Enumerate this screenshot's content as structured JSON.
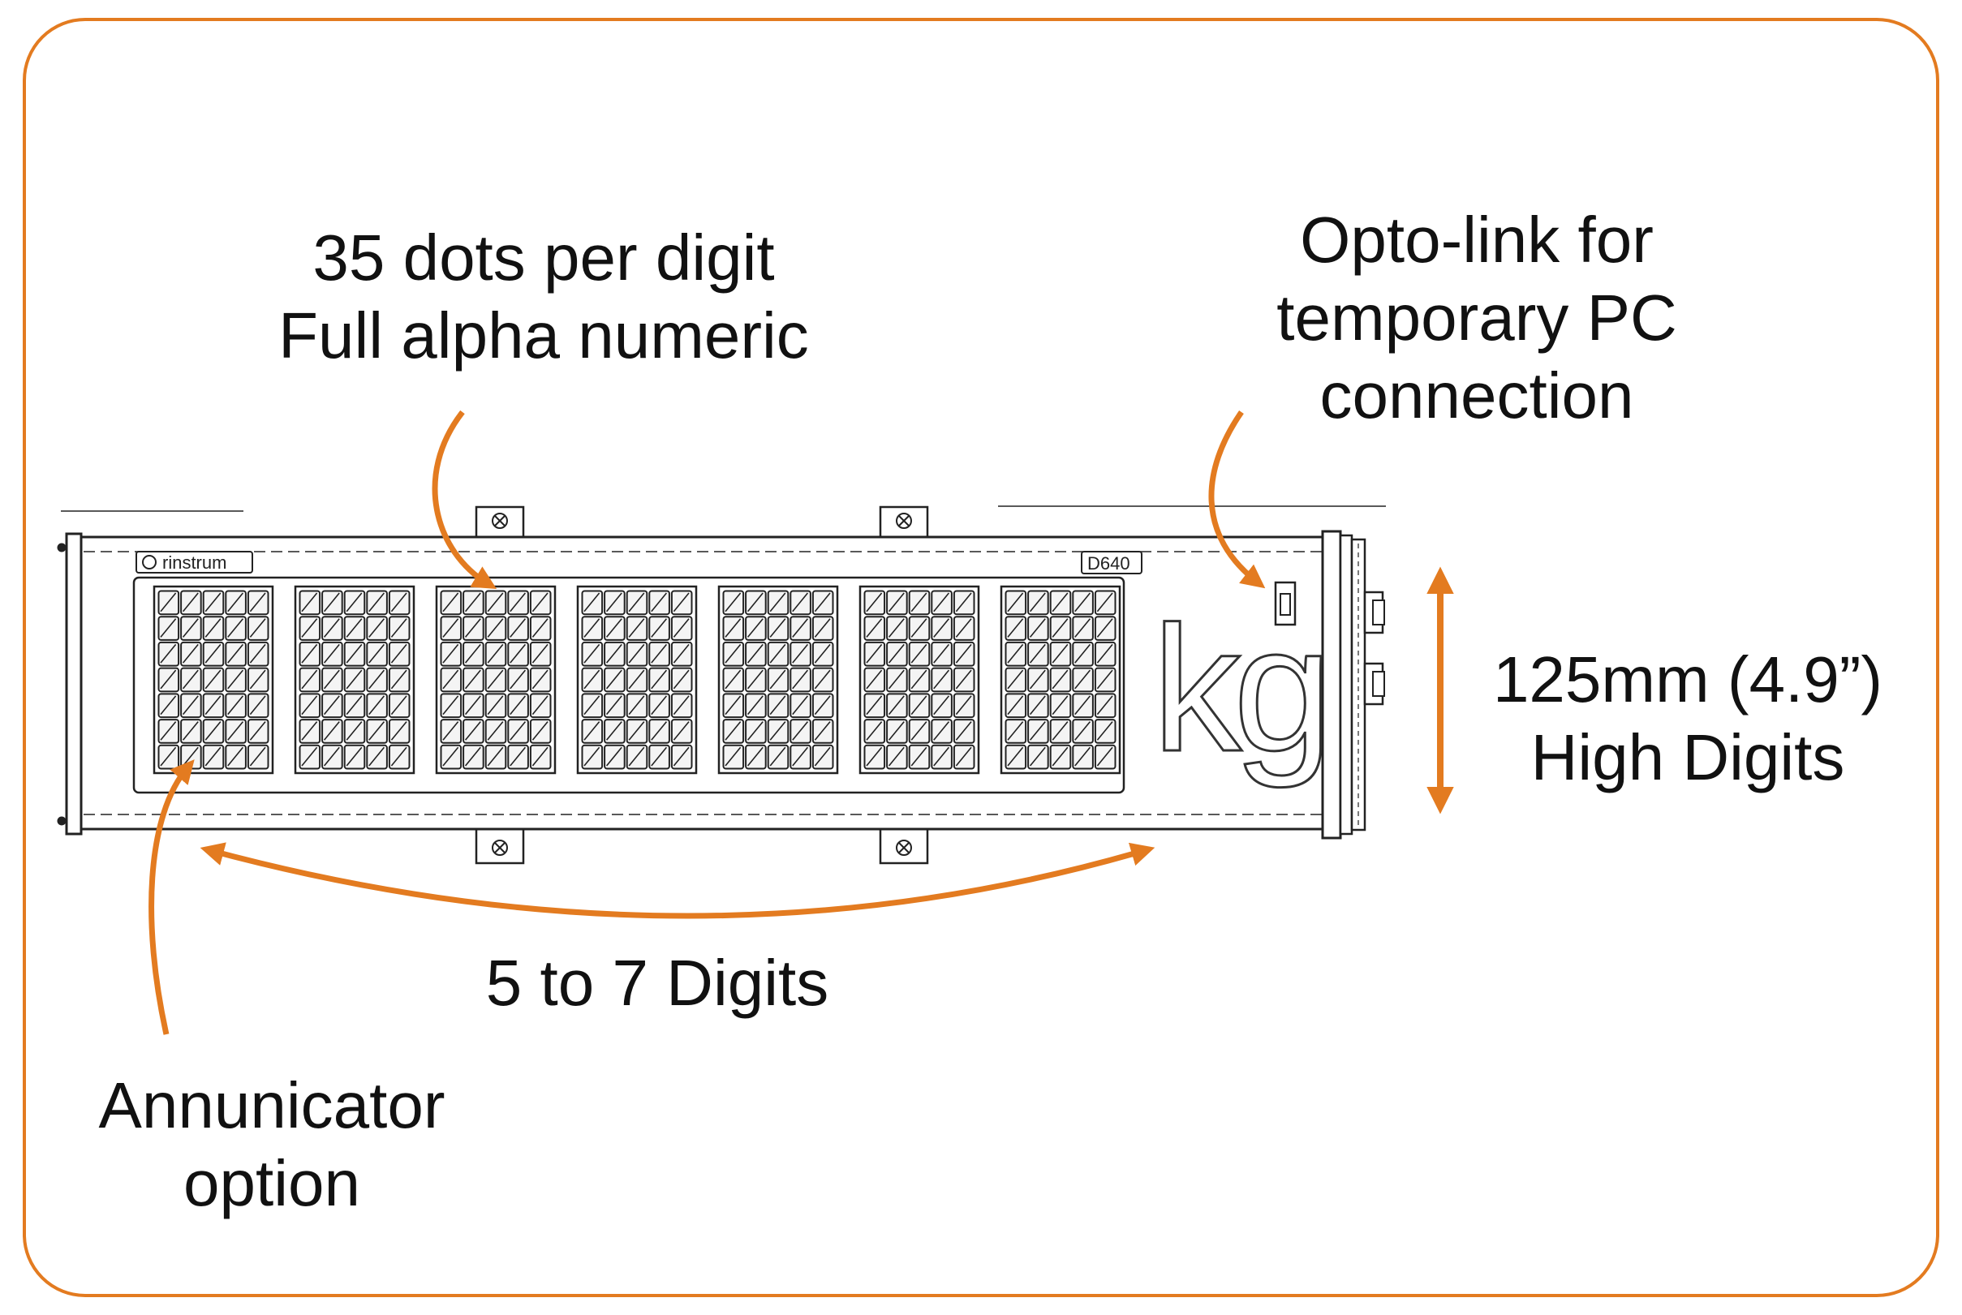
{
  "colors": {
    "accent": "#e37b20",
    "outline": "#222222",
    "background": "#ffffff"
  },
  "device": {
    "brand": "rinstrum",
    "model": "D640",
    "unit": "kg",
    "digit_count": 7,
    "dot_matrix": {
      "columns": 5,
      "rows": 7
    }
  },
  "callouts": {
    "dots": {
      "line1": "35 dots per digit",
      "line2": "Full alpha numeric"
    },
    "opto": {
      "line1": "Opto-link for",
      "line2": "temporary PC",
      "line3": "connection"
    },
    "height": {
      "line1": "125mm (4.9”)",
      "line2": "High Digits"
    },
    "digits": {
      "line1": "5 to 7 Digits"
    },
    "annunciator": {
      "line1": "Annunicator",
      "line2": "option"
    }
  }
}
